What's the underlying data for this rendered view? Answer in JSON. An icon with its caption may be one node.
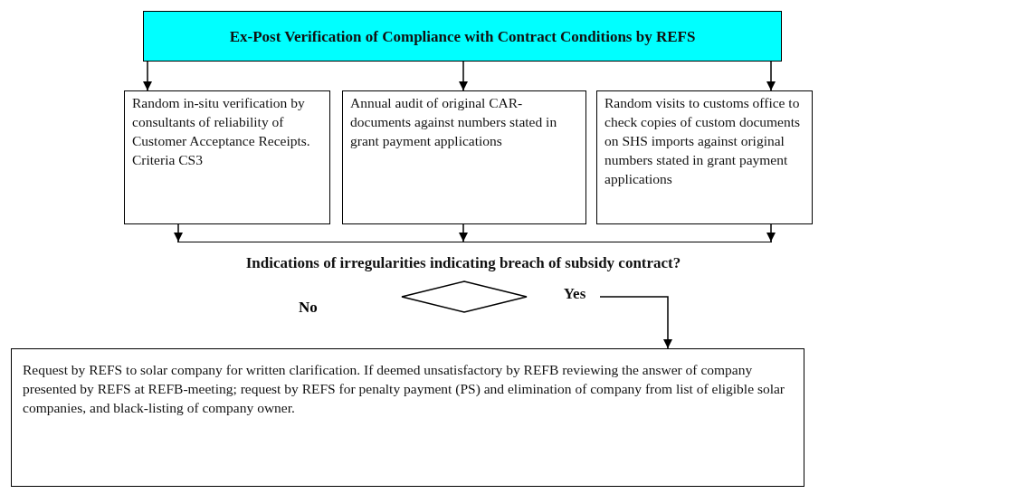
{
  "diagram": {
    "nodes": [
      {
        "text": [
          "Ex-Post Verification of Compliance with Contract Conditions by REFS"
        ]
      },
      {
        "text": [
          "Random in-situ verification by consultants of reliability of Customer Acceptance Receipts. Criteria CS3"
        ]
      },
      {
        "text": [
          "Annual audit of original CAR- documents against numbers stated in grant payment applications"
        ]
      },
      {
        "text": [
          "Random visits to customs office to check copies of custom documents on SHS imports against original numbers stated in grant payment applications"
        ]
      },
      {
        "text": [],
        "shape": "bar"
      },
      {
        "text": [
          "Indications of irregularities indicating breach of subsidy contract?"
        ]
      },
      {
        "text": [],
        "shape": "diamond"
      },
      {
        "text": [
          "Yes"
        ]
      },
      {
        "text": [
          "Request by REFS to solar company for written clarification. If deemed unsatisfactory by REFB reviewing the answer of company presented by REFS at REFB-meeting; request by REFS for penalty payment (PS) and elimination of company from list of eligible solar companies, and black-listing of company owner."
        ]
      }
    ],
    "edges": [
      {
        "from": 0,
        "to": 1,
        "arrow": "to"
      },
      {
        "from": 0,
        "to": 2,
        "arrow": "to"
      },
      {
        "from": 0,
        "to": 3,
        "arrow": "to"
      },
      {
        "from": 1,
        "to": 4,
        "arrow": "to"
      },
      {
        "from": 2,
        "to": 4,
        "arrow": "to"
      },
      {
        "from": 3,
        "to": 4,
        "arrow": "to"
      },
      {
        "from": 7,
        "to": 8,
        "arrow": "to"
      }
    ],
    "labels": [
      "No"
    ]
  }
}
